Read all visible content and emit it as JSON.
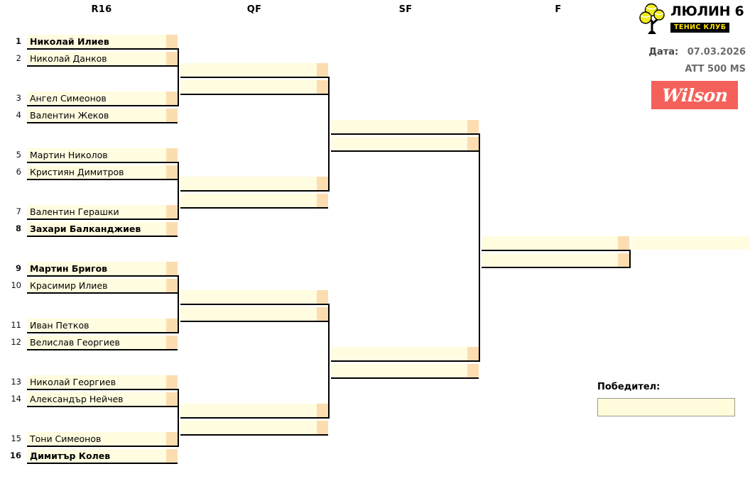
{
  "headers": {
    "r16": "R16",
    "qf": "QF",
    "sf": "SF",
    "f": "F"
  },
  "branding": {
    "club_name": "ЛЮЛИН 6",
    "club_badge": "ТЕНИС КЛУБ",
    "sponsor": "Wilson",
    "logo_icon": "tennis-balls-tree-icon",
    "colors": {
      "sponsor_bg": "#F4615A",
      "badge_yellow": "#FFE000",
      "slot_fill": "#FFFCE0",
      "score_fill": "#FCDDB0",
      "line": "#000000"
    }
  },
  "meta": {
    "date_label": "Дата:",
    "date_value": "07.03.2026",
    "tournament_code": "ATT 500 MS"
  },
  "winner": {
    "label": "Победител:",
    "value": ""
  },
  "r16": [
    {
      "seed": "1",
      "name": "Николай Илиев",
      "seeded": true
    },
    {
      "seed": "2",
      "name": "Николай Данков",
      "seeded": false
    },
    {
      "seed": "3",
      "name": "Ангел Симеонов",
      "seeded": false
    },
    {
      "seed": "4",
      "name": "Валентин Жеков",
      "seeded": false
    },
    {
      "seed": "5",
      "name": "Мартин Николов",
      "seeded": false
    },
    {
      "seed": "6",
      "name": "Кристиян Димитров",
      "seeded": false
    },
    {
      "seed": "7",
      "name": "Валентин Герашки",
      "seeded": false
    },
    {
      "seed": "8",
      "name": "Захари Балканджиев",
      "seeded": true
    },
    {
      "seed": "9",
      "name": "Мартин Бригов",
      "seeded": true
    },
    {
      "seed": "10",
      "name": "Красимир Илиев",
      "seeded": false
    },
    {
      "seed": "11",
      "name": "Иван Петков",
      "seeded": false
    },
    {
      "seed": "12",
      "name": "Велислав Георгиев",
      "seeded": false
    },
    {
      "seed": "13",
      "name": "Николай Георгиев",
      "seeded": false
    },
    {
      "seed": "14",
      "name": "Александър Нейчев",
      "seeded": false
    },
    {
      "seed": "15",
      "name": "Тони Симеонов",
      "seeded": false
    },
    {
      "seed": "16",
      "name": "Димитър Колев",
      "seeded": true
    }
  ],
  "qf": [
    {
      "name": ""
    },
    {
      "name": ""
    },
    {
      "name": ""
    },
    {
      "name": ""
    }
  ],
  "sf": [
    {
      "name": ""
    },
    {
      "name": ""
    }
  ],
  "final": [
    {
      "name": ""
    },
    {
      "name": ""
    }
  ],
  "champion": {
    "name": ""
  }
}
